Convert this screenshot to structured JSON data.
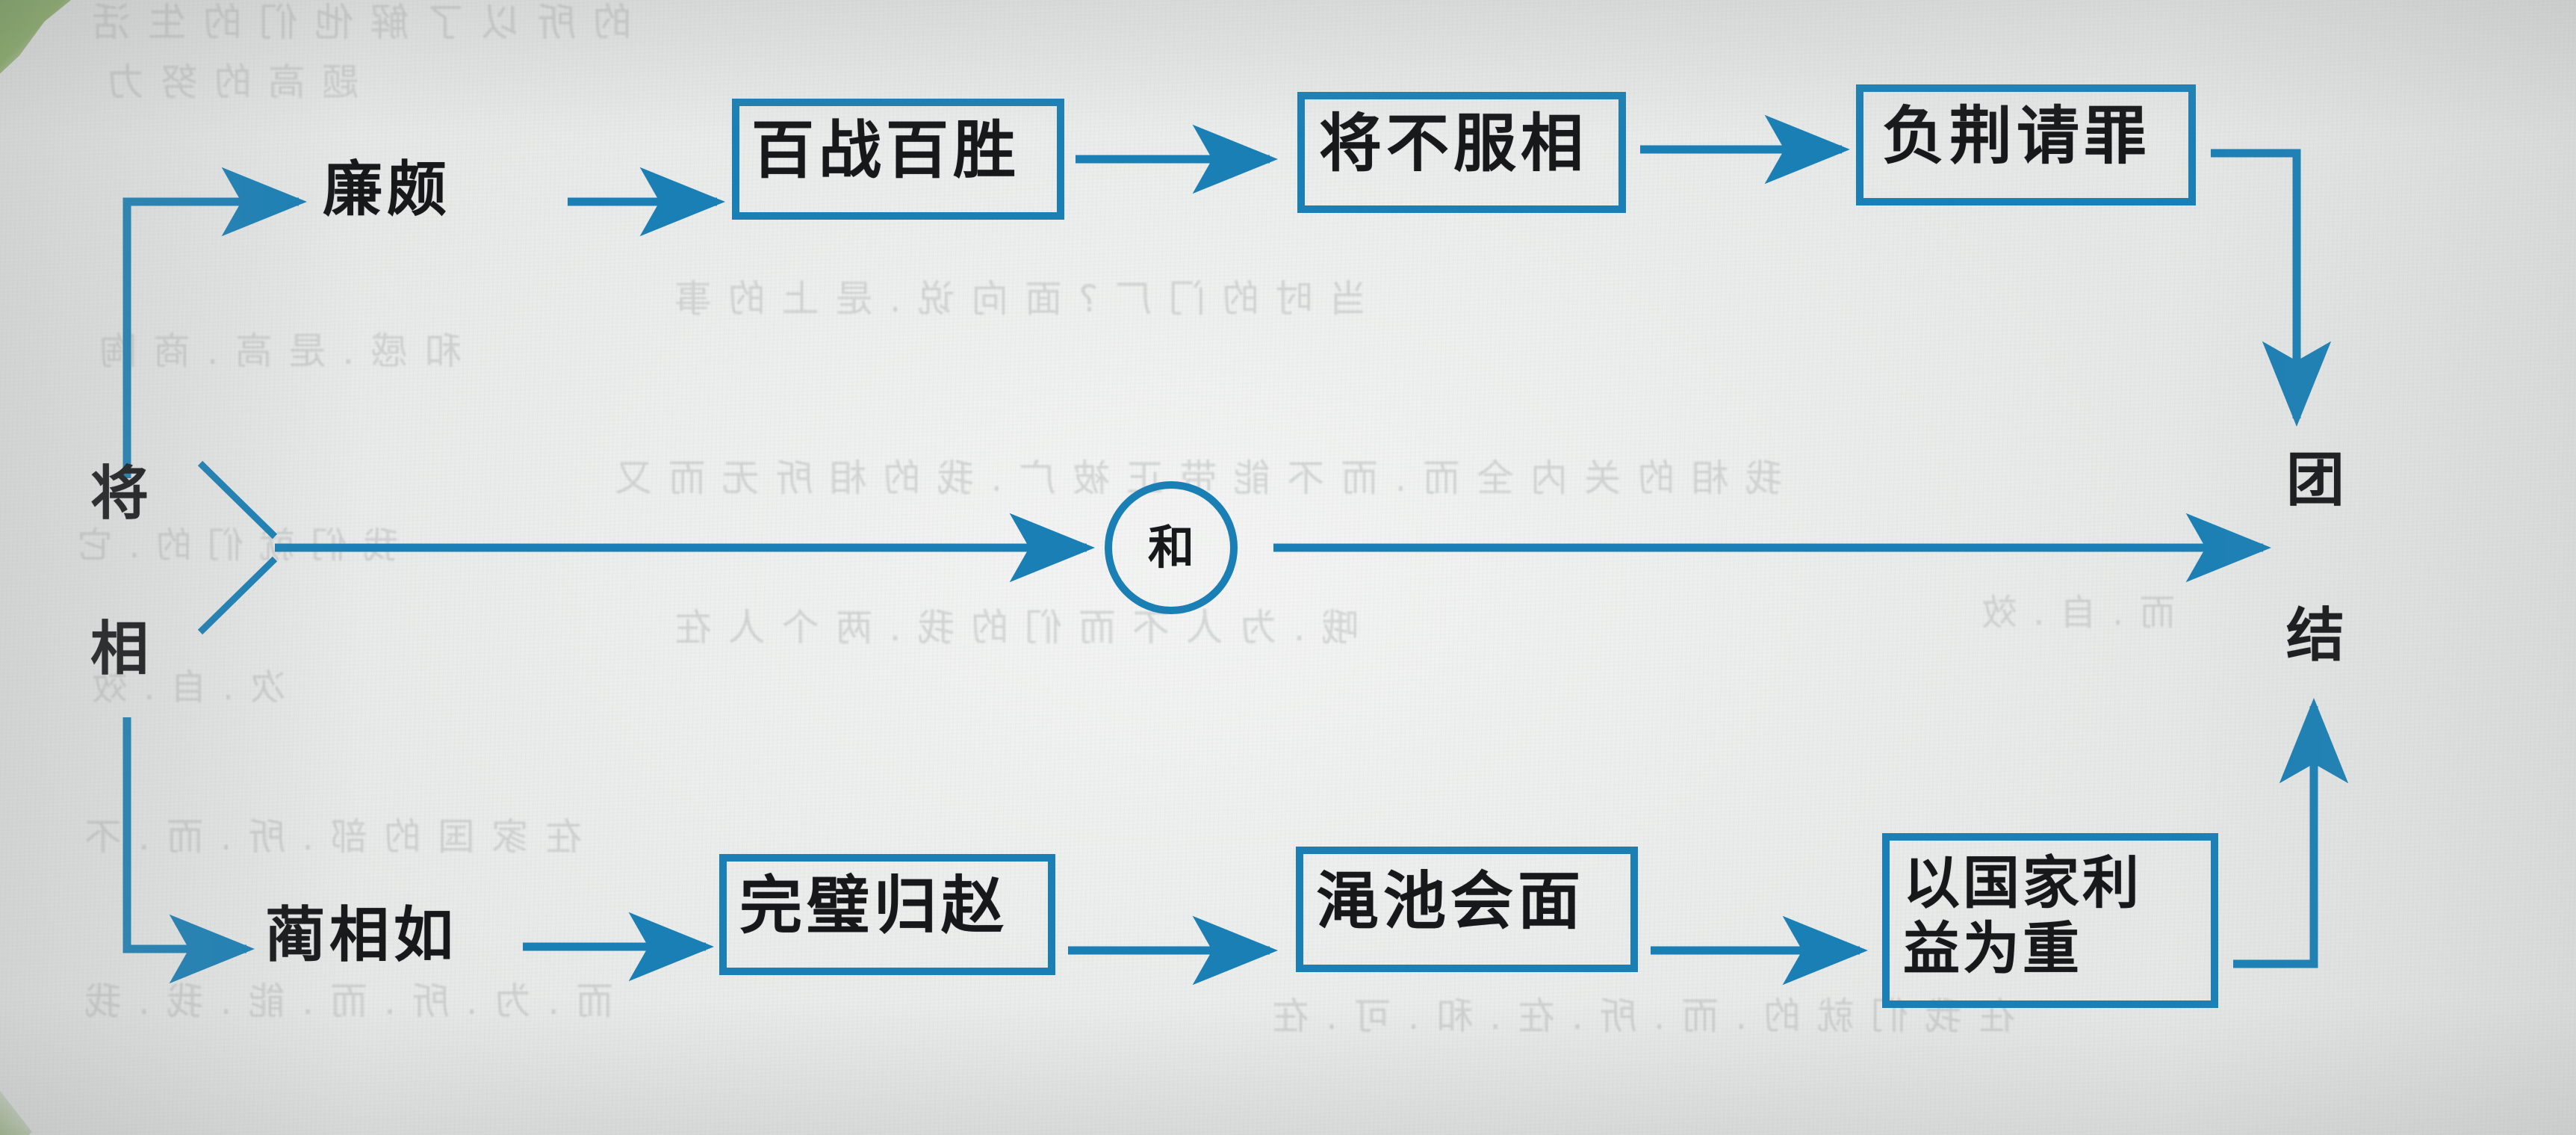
{
  "diagram": {
    "title": "将相和 关系流程图",
    "accent_color": "#1a7fb5",
    "ink_color": "#16181a",
    "paper_color": "#ebedec"
  },
  "root": {
    "line1": "将",
    "line2": "相"
  },
  "branches": {
    "top_actor": "廉颇",
    "bottom_actor": "蔺相如"
  },
  "top_row": [
    {
      "label": "百战百胜"
    },
    {
      "label": "将不服相"
    },
    {
      "label": "负荆请罪"
    }
  ],
  "bottom_row": [
    {
      "label": "完璧归赵"
    },
    {
      "label": "渑池会面"
    },
    {
      "label": "以国家利\n益为重"
    }
  ],
  "center": {
    "label": "和"
  },
  "result": {
    "line1": "团",
    "line2": "结"
  },
  "ghost_text": [
    "的 所 以 了 解 他 们 的 生 活",
    "题 高 的 努 力",
    "当 时 的 门 厂 ? 面 向 说 . 是 上 的 事",
    "和 感 . 是 高 . 商 陶",
    "我 相 的 关 内 全 而 . 而 不 能 带 正 被 广 . 我 的 相 所 无 而 又",
    "哦 . 为 人 不 而 们 的 我 . 两 个 人 在",
    "我 们 就 们 的 . 它",
    "次 . 自 . 效",
    "而 . 自 . 效",
    "在 家 国 的 部 . 所 . 而 . 不",
    "而 . 为 . 所 . 而 . 能 . 我 . 我",
    "在 我 们 就 的 . 而 . 所 . 在 . 和 . 可 . 在"
  ]
}
